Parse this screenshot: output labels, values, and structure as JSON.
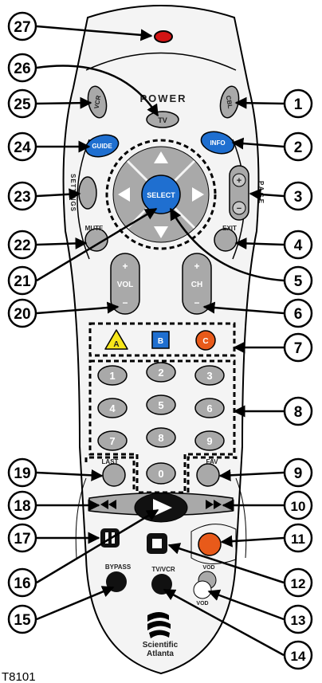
{
  "figure_code": "T8101",
  "brand": {
    "line1": "Scientific",
    "line2": "Atlanta"
  },
  "labels": {
    "power": "POWER",
    "cbl": "CBL",
    "vcr": "VCR",
    "tv": "TV",
    "guide": "GUIDE",
    "info": "INFO",
    "select": "SELECT",
    "settings": "SETTINGS",
    "page": "PAGE",
    "mute": "MUTE",
    "exit": "EXIT",
    "vol": "VOL",
    "ch": "CH",
    "plus": "+",
    "minus": "−",
    "a": "A",
    "b": "B",
    "c": "C",
    "d1": "1",
    "d2": "2",
    "d3": "3",
    "d4": "4",
    "d5": "5",
    "d6": "6",
    "d7": "7",
    "d8": "8",
    "d9": "9",
    "d0": "0",
    "last": "LAST",
    "fav": "FAV",
    "bypass": "BYPASS",
    "tvvcr": "TV/VCR",
    "vod_top": "VOD",
    "vod_bottom": "VOD"
  },
  "callouts": {
    "c1": "1",
    "c2": "2",
    "c3": "3",
    "c4": "4",
    "c5": "5",
    "c6": "6",
    "c7": "7",
    "c8": "8",
    "c9": "9",
    "c10": "10",
    "c11": "11",
    "c12": "12",
    "c13": "13",
    "c14": "14",
    "c15": "15",
    "c16": "16",
    "c17": "17",
    "c18": "18",
    "c19": "19",
    "c20": "20",
    "c21": "21",
    "c22": "22",
    "c23": "23",
    "c24": "24",
    "c25": "25",
    "c26": "26",
    "c27": "27"
  },
  "colors": {
    "button_grey": "#a9a9a9",
    "body_fill": "#f4f4f4",
    "blue": "#1f6fd0",
    "yellow": "#f6e61a",
    "orange": "#e85a1a",
    "red_led": "#d21414",
    "black": "#111111"
  }
}
